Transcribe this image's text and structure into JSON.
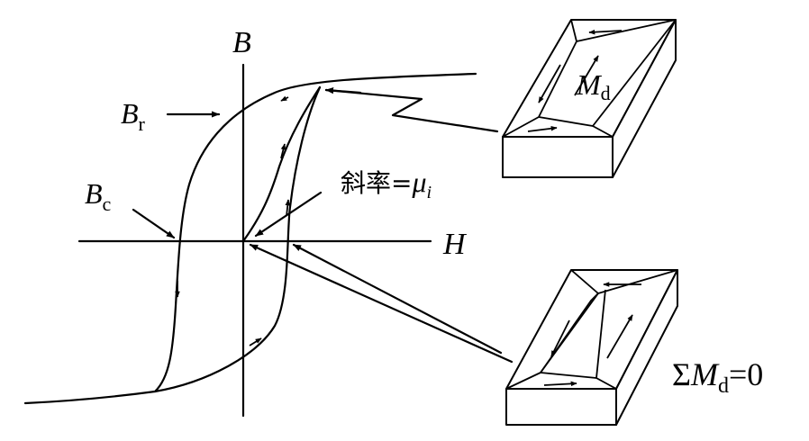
{
  "axes": {
    "b_label": "B",
    "h_label": "H"
  },
  "labels": {
    "br_main": "B",
    "br_sub": "r",
    "bc_main": "B",
    "bc_sub": "c",
    "slope_text": "斜率=",
    "slope_mu": "μ",
    "slope_sub": "i",
    "md_main": "M",
    "md_sub": "d",
    "sum_symbol": "Σ",
    "sum_main": "M",
    "sum_sub": "d",
    "sum_eq": "=0"
  }
}
